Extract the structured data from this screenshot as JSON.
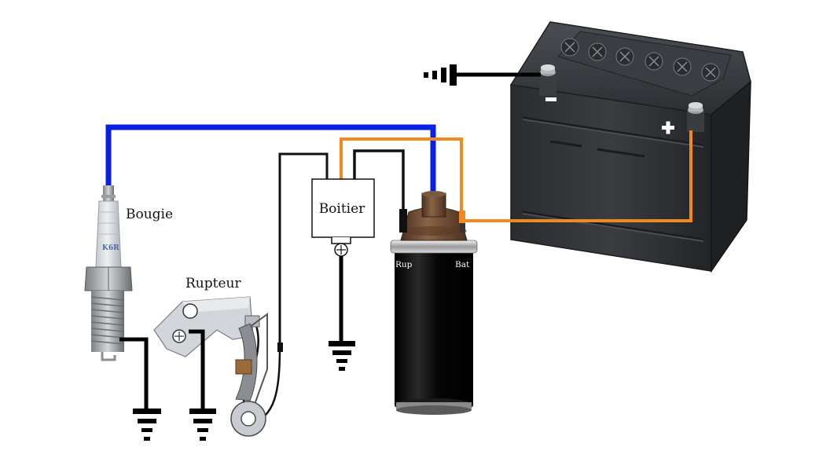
{
  "labels": {
    "spark_plug": "Bougie",
    "breaker": "Rupteur",
    "module": "Boitier",
    "coil_rup": "Rup",
    "coil_bat": "Bat",
    "plug_marking": "K6R"
  },
  "terminals": {
    "negative": "−",
    "positive": "+"
  },
  "colors": {
    "hv_wire": "#0a1ee6",
    "bat_wire": "#f08a1e",
    "signal_wire": "#111111",
    "battery_body": "#2a2d30",
    "coil_body": "#0b0b0b",
    "coil_cap": "#6b4a32",
    "breaker_body": "#c8ccd0",
    "fiber": "#9a6a3a"
  }
}
